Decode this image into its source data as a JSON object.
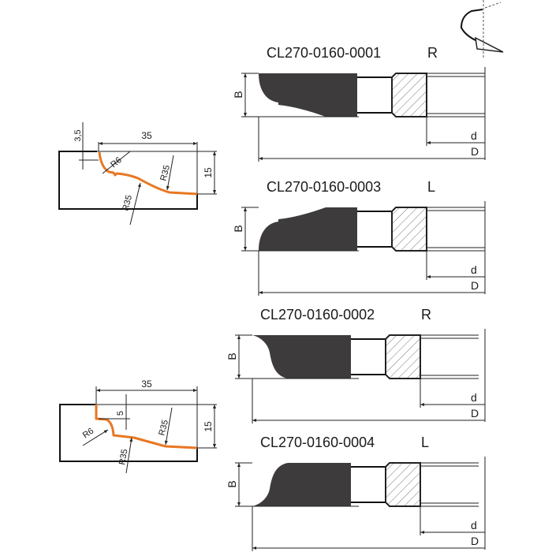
{
  "profiles": [
    {
      "width": "35",
      "height": "15",
      "step": "3,5",
      "r_small": "R6",
      "r_large_top": "R35",
      "r_large_bottom": "R35"
    },
    {
      "width": "35",
      "height": "15",
      "step": "5",
      "r_small": "R6",
      "r_large_top": "R35",
      "r_large_bottom": "R35"
    }
  ],
  "cutters": [
    {
      "code": "CL270-0160-0001",
      "hand": "R",
      "b_label": "B",
      "d_label": "d",
      "D_label": "D"
    },
    {
      "code": "CL270-0160-0003",
      "hand": "L",
      "b_label": "B",
      "d_label": "d",
      "D_label": "D"
    },
    {
      "code": "CL270-0160-0002",
      "hand": "R",
      "b_label": "B",
      "d_label": "d",
      "D_label": "D"
    },
    {
      "code": "CL270-0160-0004",
      "hand": "L",
      "b_label": "B",
      "d_label": "d",
      "D_label": "D"
    }
  ],
  "colors": {
    "profile": "#e87722",
    "cutter_body": "#3d3b3c"
  }
}
